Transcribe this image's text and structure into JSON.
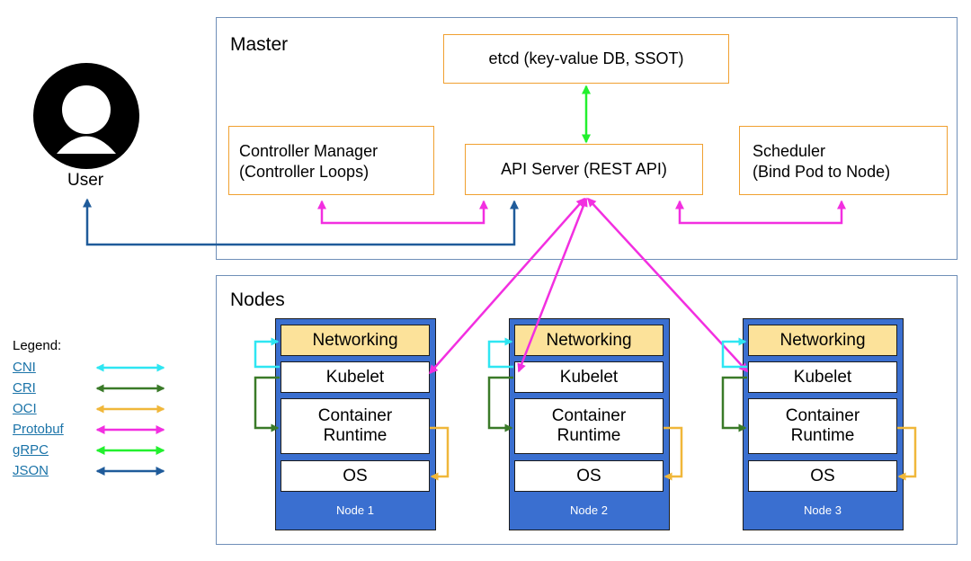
{
  "user": {
    "label": "User"
  },
  "master": {
    "title": "Master",
    "etcd": "etcd (key-value DB, SSOT)",
    "controller_manager": {
      "line1": "Controller Manager",
      "line2": "(Controller Loops)"
    },
    "api_server": "API Server (REST API)",
    "scheduler": {
      "line1": "Scheduler",
      "line2": "(Bind Pod to Node)"
    }
  },
  "nodes_section": {
    "title": "Nodes"
  },
  "nodes": [
    {
      "label": "Node 1",
      "networking": "Networking",
      "kubelet": "Kubelet",
      "runtime_line1": "Container",
      "runtime_line2": "Runtime",
      "os": "OS"
    },
    {
      "label": "Node 2",
      "networking": "Networking",
      "kubelet": "Kubelet",
      "runtime_line1": "Container",
      "runtime_line2": "Runtime",
      "os": "OS"
    },
    {
      "label": "Node 3",
      "networking": "Networking",
      "kubelet": "Kubelet",
      "runtime_line1": "Container",
      "runtime_line2": "Runtime",
      "os": "OS"
    }
  ],
  "legend": {
    "title": "Legend:",
    "items": [
      {
        "label": "CNI",
        "color": "#2ee6f2"
      },
      {
        "label": "CRI",
        "color": "#3a7a28"
      },
      {
        "label": "OCI",
        "color": "#f0b73a"
      },
      {
        "label": "Protobuf",
        "color": "#f22fe0"
      },
      {
        "label": "gRPC",
        "color": "#22f02e"
      },
      {
        "label": "JSON",
        "color": "#1f5b9a"
      }
    ]
  },
  "colors": {
    "cni": "#2ee6f2",
    "cri": "#3a7a28",
    "oci": "#f0b73a",
    "protobuf": "#f22fe0",
    "grpc": "#22f02e",
    "json": "#1f5b9a",
    "node_fill": "#3a6fd0",
    "networking_fill": "#fce29a",
    "box_border": "#f0a030"
  }
}
